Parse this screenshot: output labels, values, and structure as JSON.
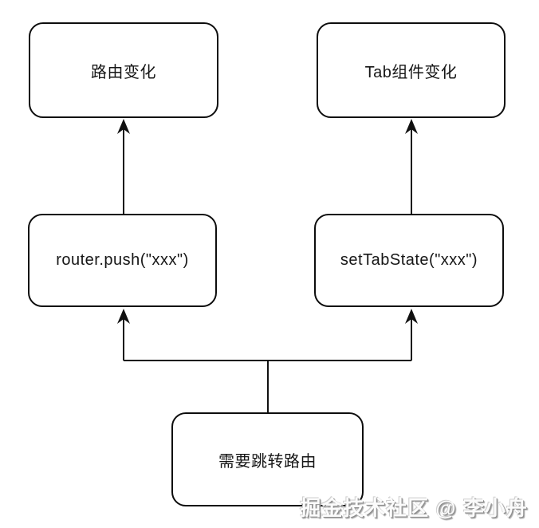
{
  "diagram": {
    "nodes": {
      "route_change": {
        "label": "路由变化"
      },
      "tab_change": {
        "label": "Tab组件变化"
      },
      "router_push": {
        "label": "router.push(\"xxx\")"
      },
      "set_tab_state": {
        "label": "setTabState(\"xxx\")"
      },
      "need_route": {
        "label": "需要跳转路由"
      }
    },
    "edges": [
      {
        "from": "need_route",
        "to": "router_push"
      },
      {
        "from": "need_route",
        "to": "set_tab_state"
      },
      {
        "from": "router_push",
        "to": "route_change"
      },
      {
        "from": "set_tab_state",
        "to": "tab_change"
      }
    ],
    "colors": {
      "stroke": "#111111",
      "node_fill": "#ffffff",
      "background": "#ffffff"
    }
  },
  "watermark": {
    "text": "掘金技术社区 @ 李小舟"
  }
}
